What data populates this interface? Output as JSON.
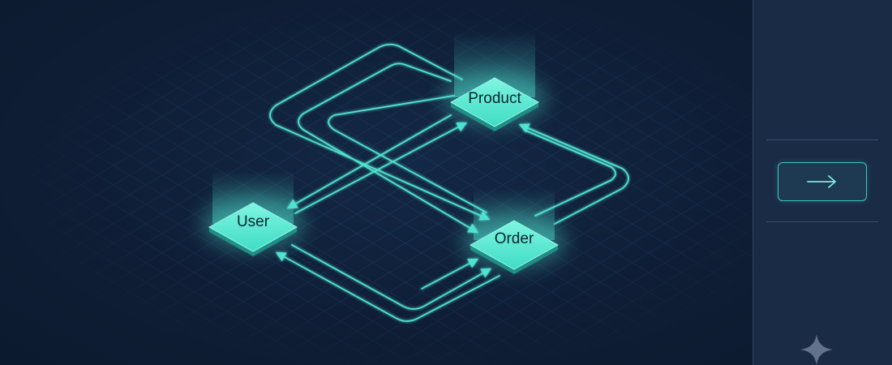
{
  "diagram": {
    "nodes": [
      {
        "id": "product",
        "label": "Product"
      },
      {
        "id": "user",
        "label": "User"
      },
      {
        "id": "order",
        "label": "Order"
      }
    ],
    "edges": [
      {
        "from": "user",
        "to": "product"
      },
      {
        "from": "product",
        "to": "user"
      },
      {
        "from": "product",
        "to": "order"
      },
      {
        "from": "order",
        "to": "product"
      },
      {
        "from": "order",
        "to": "user"
      },
      {
        "from": "user",
        "to": "order"
      }
    ]
  },
  "colors": {
    "background": "#0f1d33",
    "accent": "#4fe3cf",
    "node_fill": "#52ecd5",
    "panel": "#1a2b45"
  },
  "side_panel": {
    "button_icon": "arrow-right-icon",
    "footer_icon": "sparkle-icon"
  }
}
